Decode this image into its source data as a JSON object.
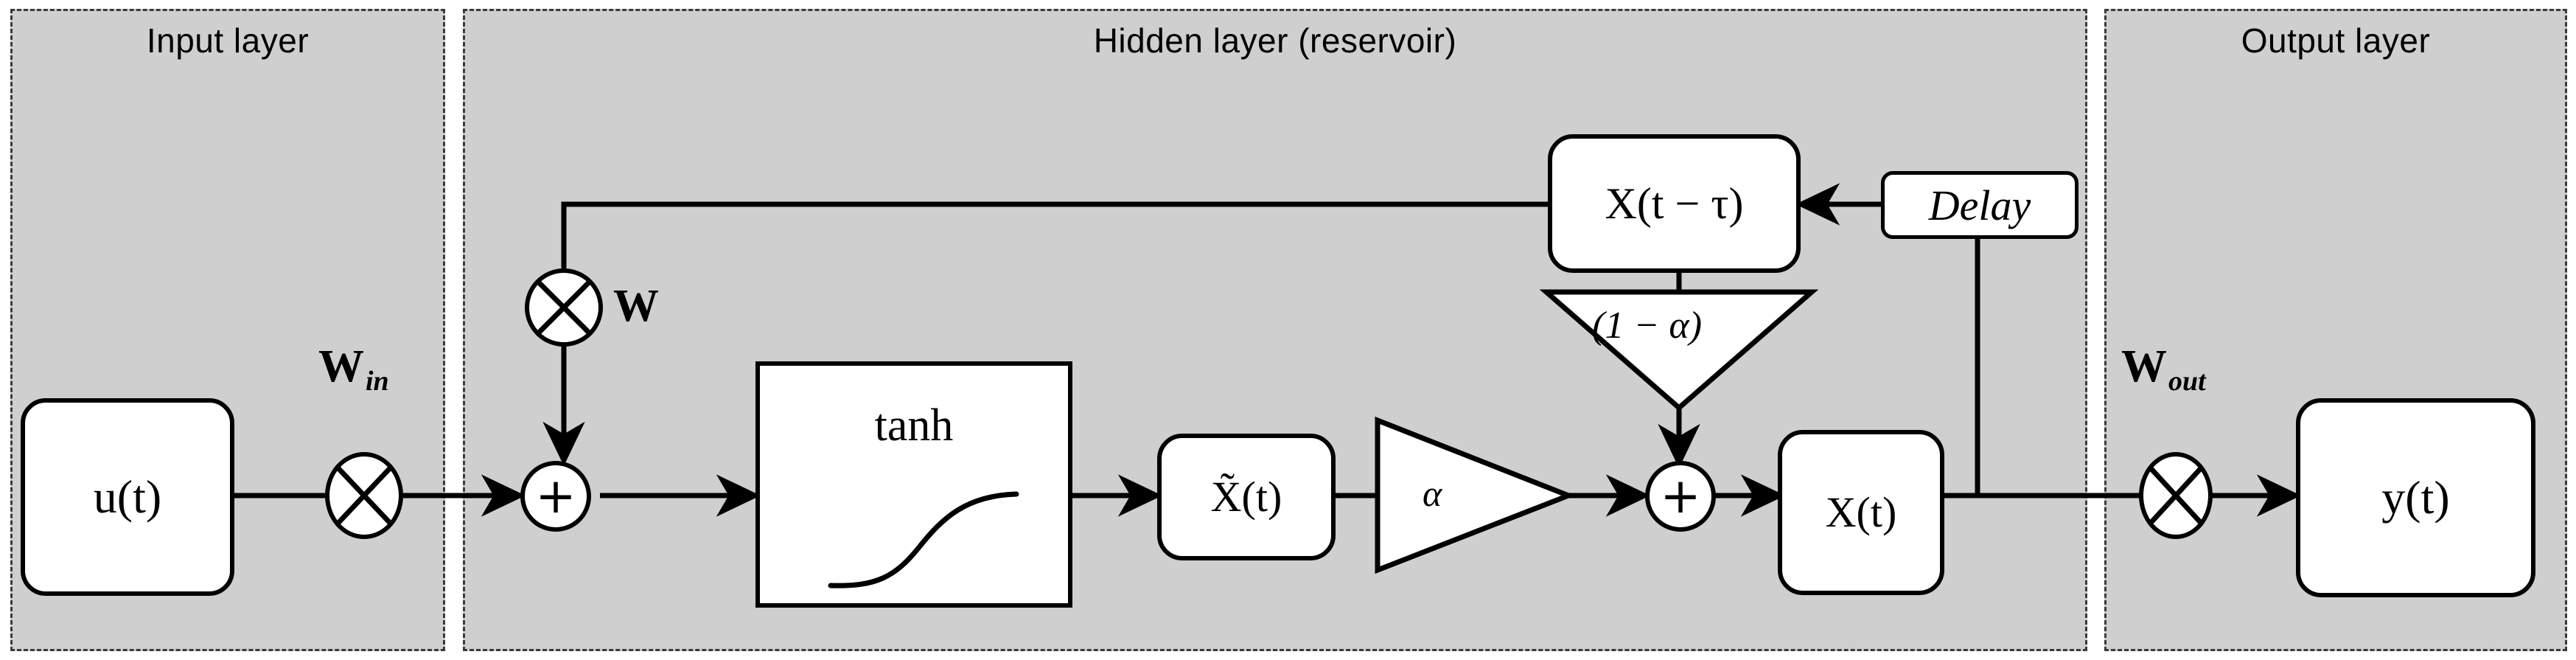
{
  "diagram": {
    "title": "Reservoir computing / echo state network block diagram",
    "background_color": "#cfcfcf",
    "line_color": "#000000",
    "node_fill": "#ffffff"
  },
  "panels": [
    {
      "id": "input",
      "title": "Input layer"
    },
    {
      "id": "hidden",
      "title": "Hidden layer (reservoir)"
    },
    {
      "id": "output",
      "title": "Output layer"
    }
  ],
  "nodes": {
    "input_signal": {
      "label": "u(t)",
      "vec": "u",
      "arg": "(t)"
    },
    "tanh_block": {
      "label": "tanh"
    },
    "x_tilde": {
      "label": "X̃(t)",
      "vec": "X̃",
      "arg": "(t)"
    },
    "x_delayed": {
      "label": "X(t − τ)",
      "vec": "X",
      "arg": "(t − τ)"
    },
    "x_state": {
      "label": "X(t)",
      "vec": "X",
      "arg": "(t)"
    },
    "delay_block": {
      "label": "Delay"
    },
    "output_signal": {
      "label": "y(t)",
      "vec": "y",
      "arg": "(t)"
    }
  },
  "operators": {
    "mul_win": {
      "glyph": "⊗",
      "label": "W",
      "sub": "in"
    },
    "mul_w": {
      "glyph": "⊗",
      "label": "W",
      "sub": ""
    },
    "mul_wout": {
      "glyph": "⊗",
      "label": "W",
      "sub": "out"
    },
    "sum_pre": {
      "glyph": "+"
    },
    "sum_post": {
      "glyph": "+"
    }
  },
  "gains": {
    "alpha": {
      "label": "α"
    },
    "one_minus_a": {
      "label": "(1 − α)"
    }
  }
}
